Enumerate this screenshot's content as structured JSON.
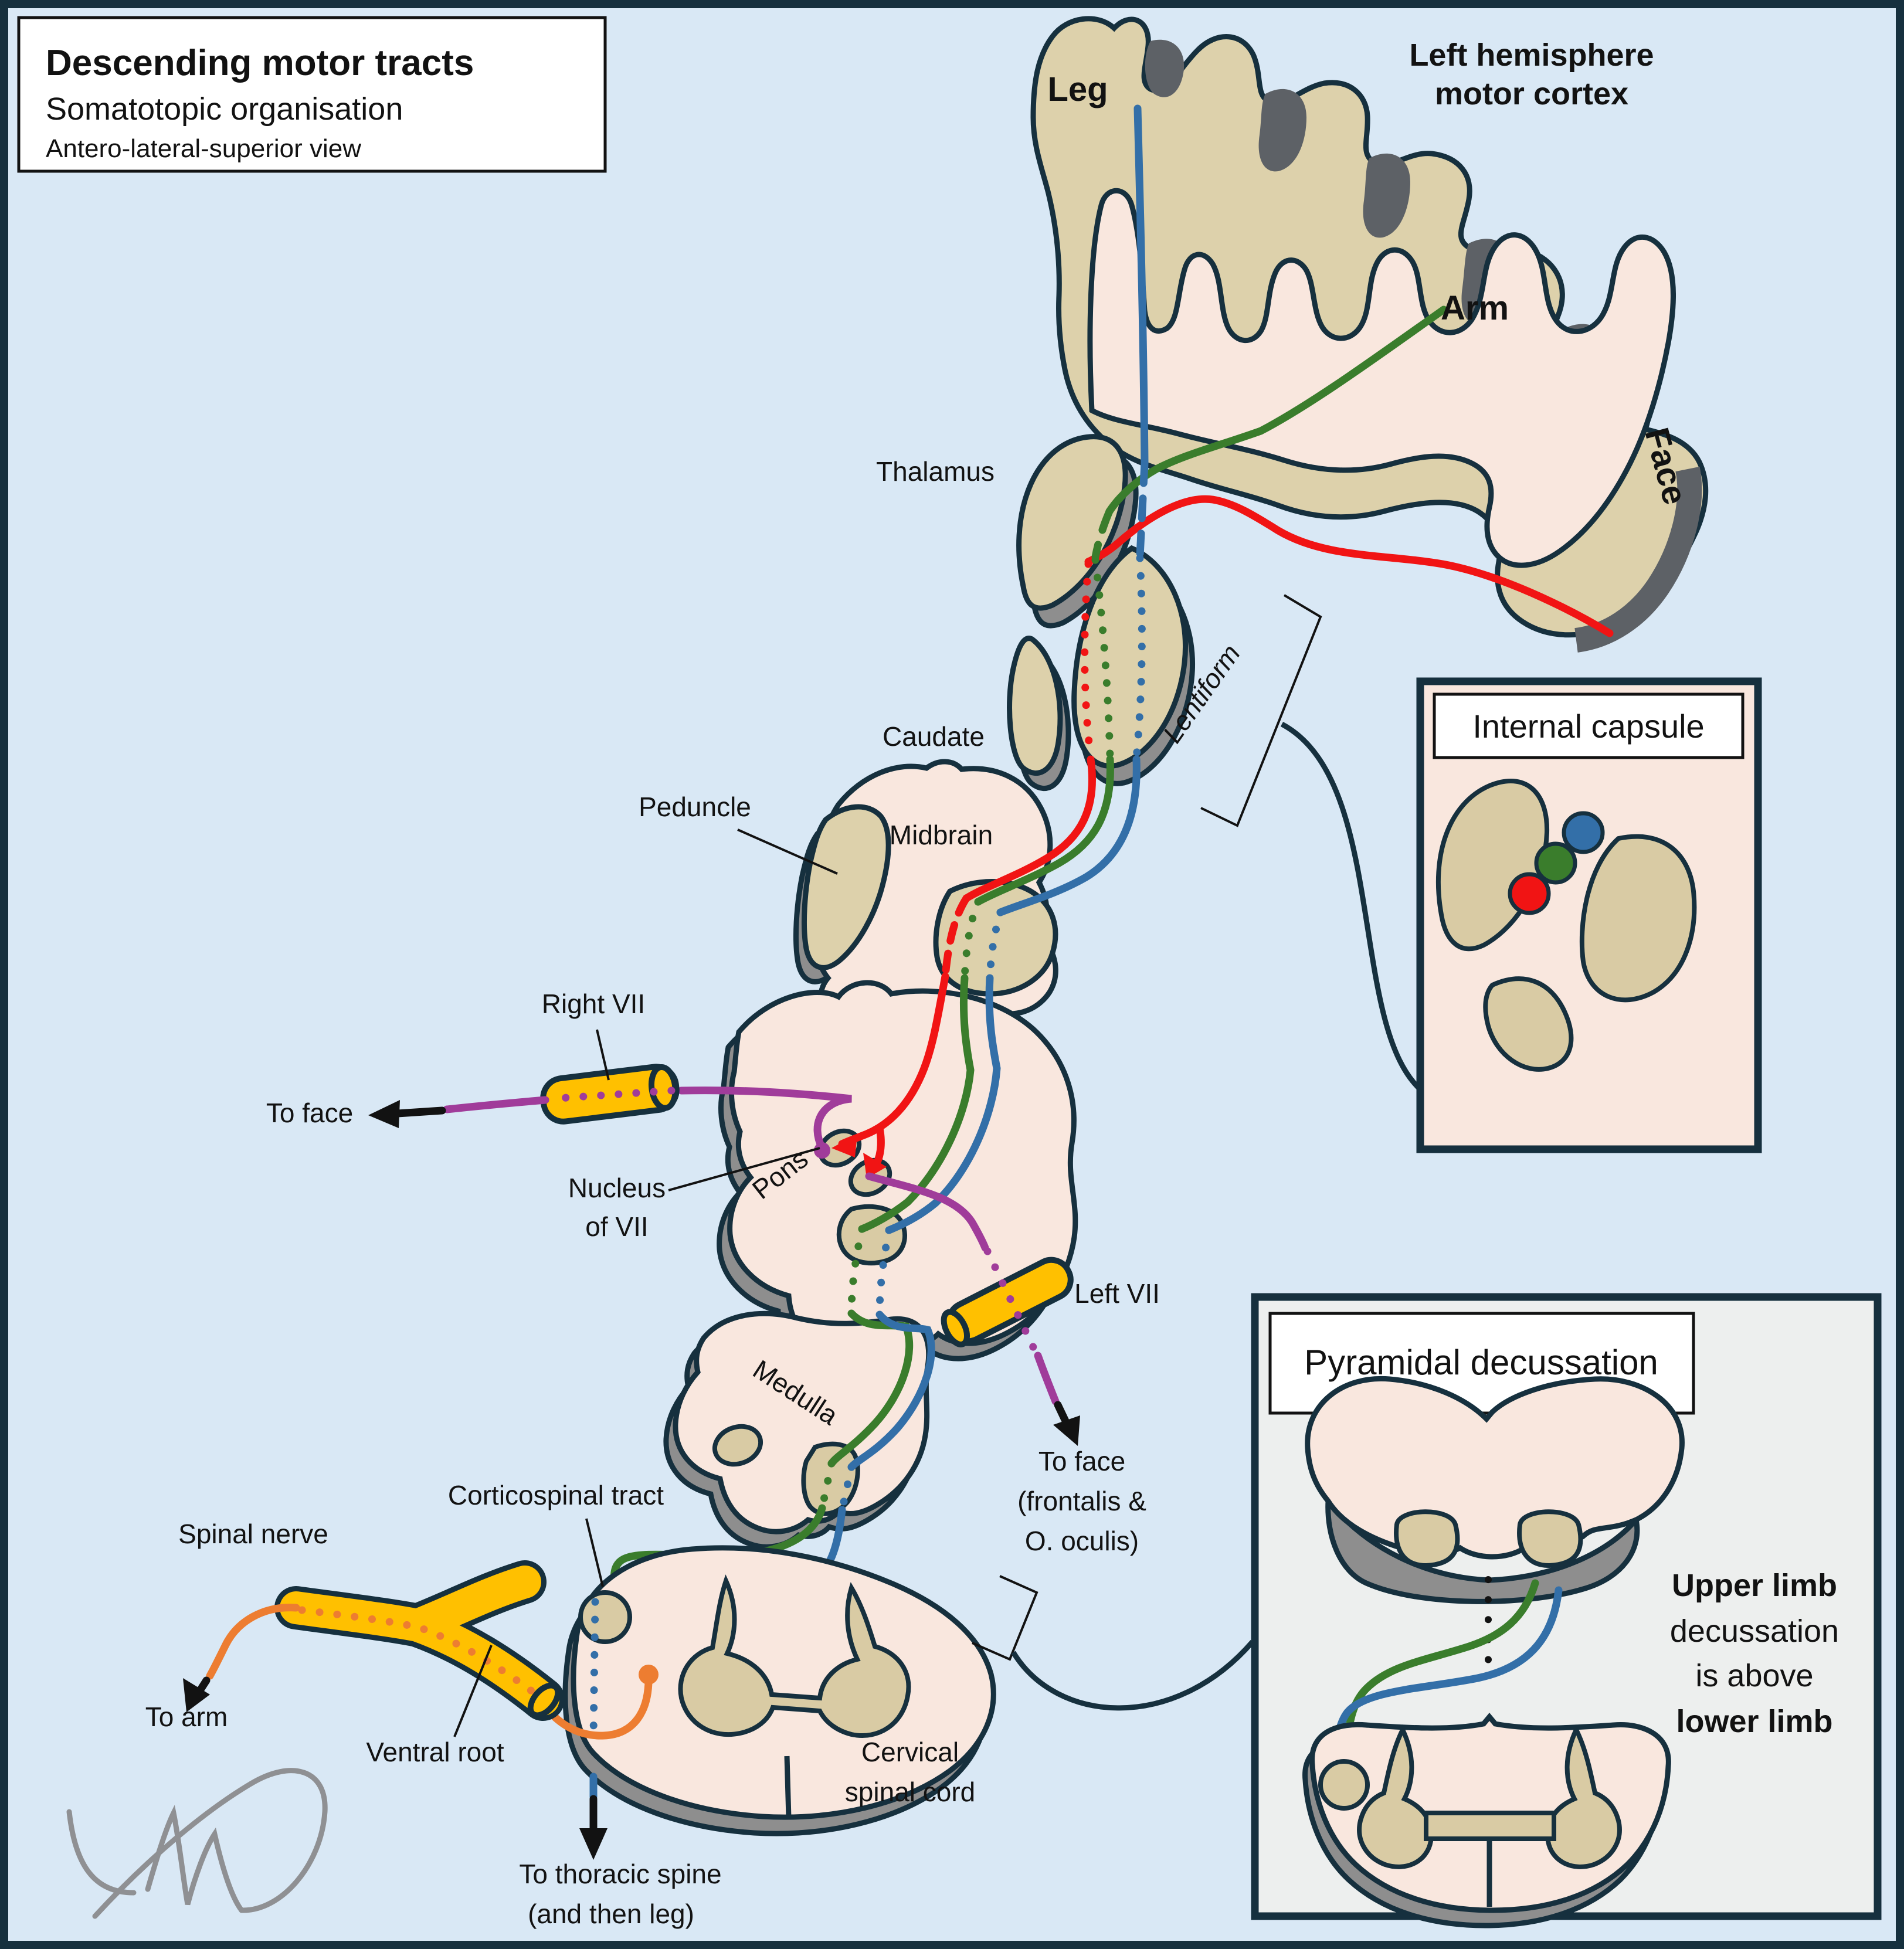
{
  "colors": {
    "background": "#d9e8f5",
    "outline": "#16303e",
    "gyri_beige": "#ddd1ab",
    "cortex_pink": "#f9e7de",
    "shadow_gray": "#8e8e8e",
    "sulcus_gray": "#5d6166",
    "leg_blue": "#336fa8",
    "arm_green": "#3a7d2c",
    "face_red": "#f11414",
    "facial_nerve_purple": "#a03c9a",
    "spinal_nerve_orange": "#ed7d31",
    "nerve_sheath_yellow": "#ffc000"
  },
  "title_box": {
    "title": "Descending motor tracts",
    "subtitle": "Somatotopic organisation",
    "view": "Antero-lateral-superior view"
  },
  "cortex": {
    "heading_line1": "Left hemisphere",
    "heading_line2": "motor cortex",
    "leg": "Leg",
    "arm": "Arm",
    "face": "Face"
  },
  "labels": {
    "thalamus": "Thalamus",
    "caudate": "Caudate",
    "lentiform": "Lentiform",
    "peduncle": "Peduncle",
    "midbrain": "Midbrain",
    "right_vii": "Right VII",
    "to_face_left": "To face",
    "nucleus_line1": "Nucleus",
    "nucleus_line2": "of VII",
    "pons": "Pons",
    "left_vii": "Left VII",
    "medulla": "Medulla",
    "to_face_lower_line1": "To face",
    "to_face_lower_line2": "(frontalis &",
    "to_face_lower_line3": "O. oculis)",
    "corticospinal_tract": "Corticospinal tract",
    "spinal_nerve": "Spinal nerve",
    "to_arm": "To arm",
    "ventral_root": "Ventral root",
    "cervical_line1": "Cervical",
    "cervical_line2": "spinal cord",
    "to_thoracic_line1": "To thoracic spine",
    "to_thoracic_line2": "(and then leg)"
  },
  "insets": {
    "internal_capsule": {
      "title": "Internal capsule"
    },
    "pyramidal": {
      "title": "Pyramidal decussation",
      "note_line1": "Upper limb",
      "note_line2": "decussation",
      "note_line3": "is above",
      "note_line4": "lower limb"
    }
  }
}
